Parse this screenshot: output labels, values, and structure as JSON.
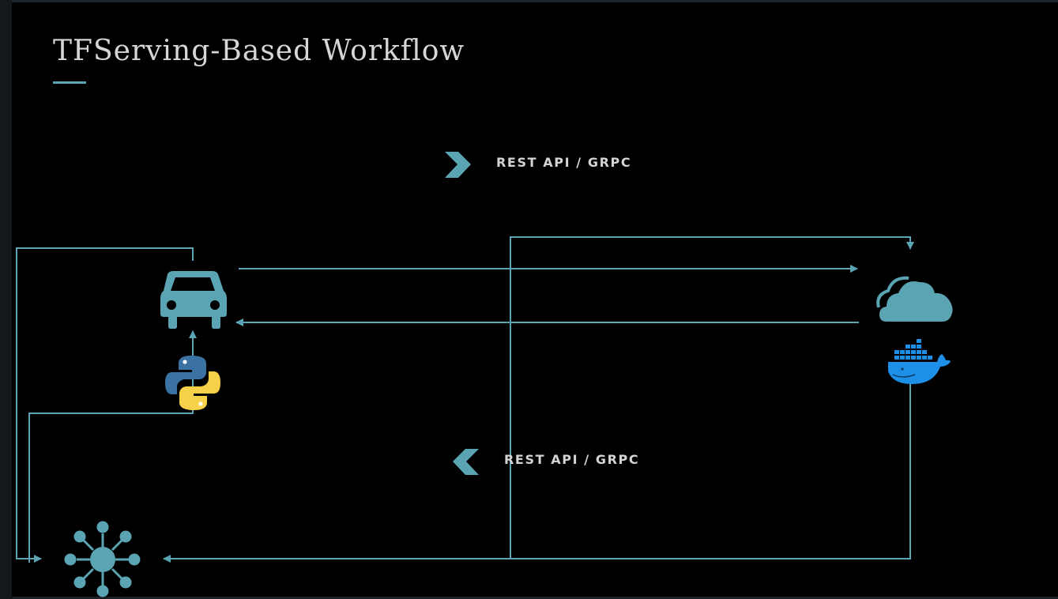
{
  "slide": {
    "title": "TFServing-Based Workflow"
  },
  "labels": {
    "request_api": "REST API / GRPC",
    "response_api": "REST API / GRPC"
  },
  "colors": {
    "accent": "#5ba4b3",
    "docker_blue": "#1d8fe6",
    "python_blue": "#3a72a4",
    "python_yellow": "#f7d14a",
    "title_text": "#d6d6d6",
    "label_text": "#d4d4d4",
    "background": "#000000"
  },
  "icons": {
    "car": "car-icon",
    "python": "python-logo-icon",
    "cloud": "cloud-icon",
    "docker": "docker-whale-icon",
    "hub": "network-hub-icon",
    "forward": "chevron-right-icon",
    "backward": "chevron-left-icon"
  }
}
